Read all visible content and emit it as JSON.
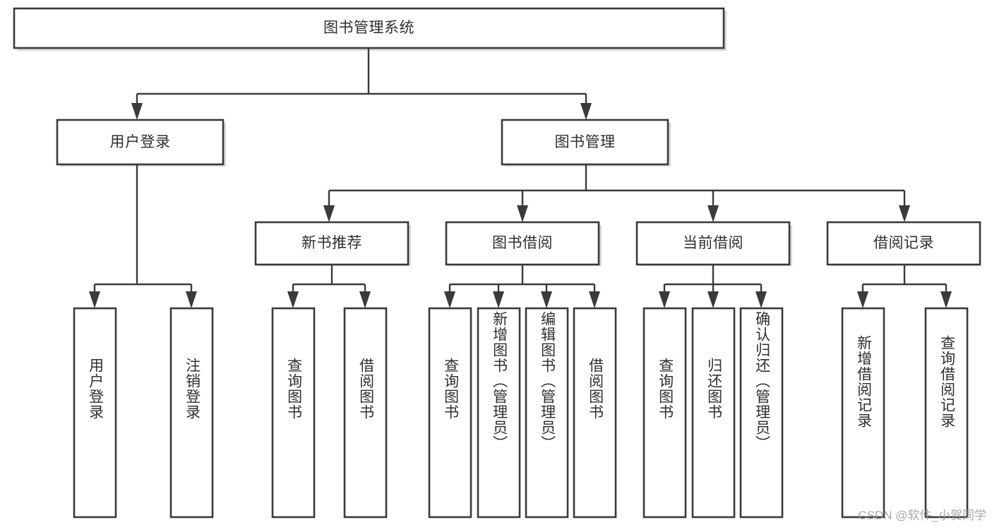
{
  "diagram": {
    "type": "tree-hierarchy",
    "title": "图书管理系统",
    "orientation": "top-down",
    "colors": {
      "box_stroke": "#3a3a3a",
      "box_fill": "#ffffff",
      "text": "#2f2f2f",
      "watermark": "#9a9a9a",
      "background": "#ffffff"
    },
    "levels": [
      {
        "level": 1,
        "nodes": [
          {
            "id": "root",
            "label": "图书管理系统",
            "text_orientation": "horizontal"
          }
        ]
      },
      {
        "level": 2,
        "nodes": [
          {
            "id": "user-login",
            "label": "用户登录",
            "text_orientation": "horizontal",
            "parent": "root"
          },
          {
            "id": "book-manage",
            "label": "图书管理",
            "text_orientation": "horizontal",
            "parent": "root"
          }
        ]
      },
      {
        "level": 3,
        "nodes": [
          {
            "id": "new-book-rec",
            "label": "新书推荐",
            "text_orientation": "horizontal",
            "parent": "book-manage"
          },
          {
            "id": "book-borrow",
            "label": "图书借阅",
            "text_orientation": "horizontal",
            "parent": "book-manage"
          },
          {
            "id": "current-borrow",
            "label": "当前借阅",
            "text_orientation": "horizontal",
            "parent": "book-manage"
          },
          {
            "id": "borrow-record",
            "label": "借阅记录",
            "text_orientation": "horizontal",
            "parent": "book-manage"
          }
        ]
      },
      {
        "level": 4,
        "nodes": [
          {
            "id": "leaf-user-login",
            "label": "用户登录",
            "text_orientation": "vertical",
            "parent": "user-login"
          },
          {
            "id": "leaf-logout",
            "label": "注销登录",
            "text_orientation": "vertical",
            "parent": "user-login"
          },
          {
            "id": "leaf-query-book-1",
            "label": "查询图书",
            "text_orientation": "vertical",
            "parent": "new-book-rec"
          },
          {
            "id": "leaf-borrow-book-1",
            "label": "借阅图书",
            "text_orientation": "vertical",
            "parent": "new-book-rec"
          },
          {
            "id": "leaf-query-book-2",
            "label": "查询图书",
            "text_orientation": "vertical",
            "parent": "book-borrow"
          },
          {
            "id": "leaf-add-book",
            "label": "新增图书（管理员）",
            "text_orientation": "vertical",
            "parent": "book-borrow"
          },
          {
            "id": "leaf-edit-book",
            "label": "编辑图书（管理员）",
            "text_orientation": "vertical",
            "parent": "book-borrow"
          },
          {
            "id": "leaf-borrow-book-2",
            "label": "借阅图书",
            "text_orientation": "vertical",
            "parent": "book-borrow"
          },
          {
            "id": "leaf-query-book-3",
            "label": "查询图书",
            "text_orientation": "vertical",
            "parent": "current-borrow"
          },
          {
            "id": "leaf-return-book",
            "label": "归还图书",
            "text_orientation": "vertical",
            "parent": "current-borrow"
          },
          {
            "id": "leaf-confirm-return",
            "label": "确认归还（管理员）",
            "text_orientation": "vertical",
            "parent": "current-borrow"
          },
          {
            "id": "leaf-add-record",
            "label": "新增借阅记录",
            "text_orientation": "vertical",
            "parent": "borrow-record"
          },
          {
            "id": "leaf-query-record",
            "label": "查询借阅记录",
            "text_orientation": "vertical",
            "parent": "borrow-record"
          }
        ]
      }
    ]
  },
  "watermark": {
    "text": "CSDN @软件_小贺同学"
  }
}
